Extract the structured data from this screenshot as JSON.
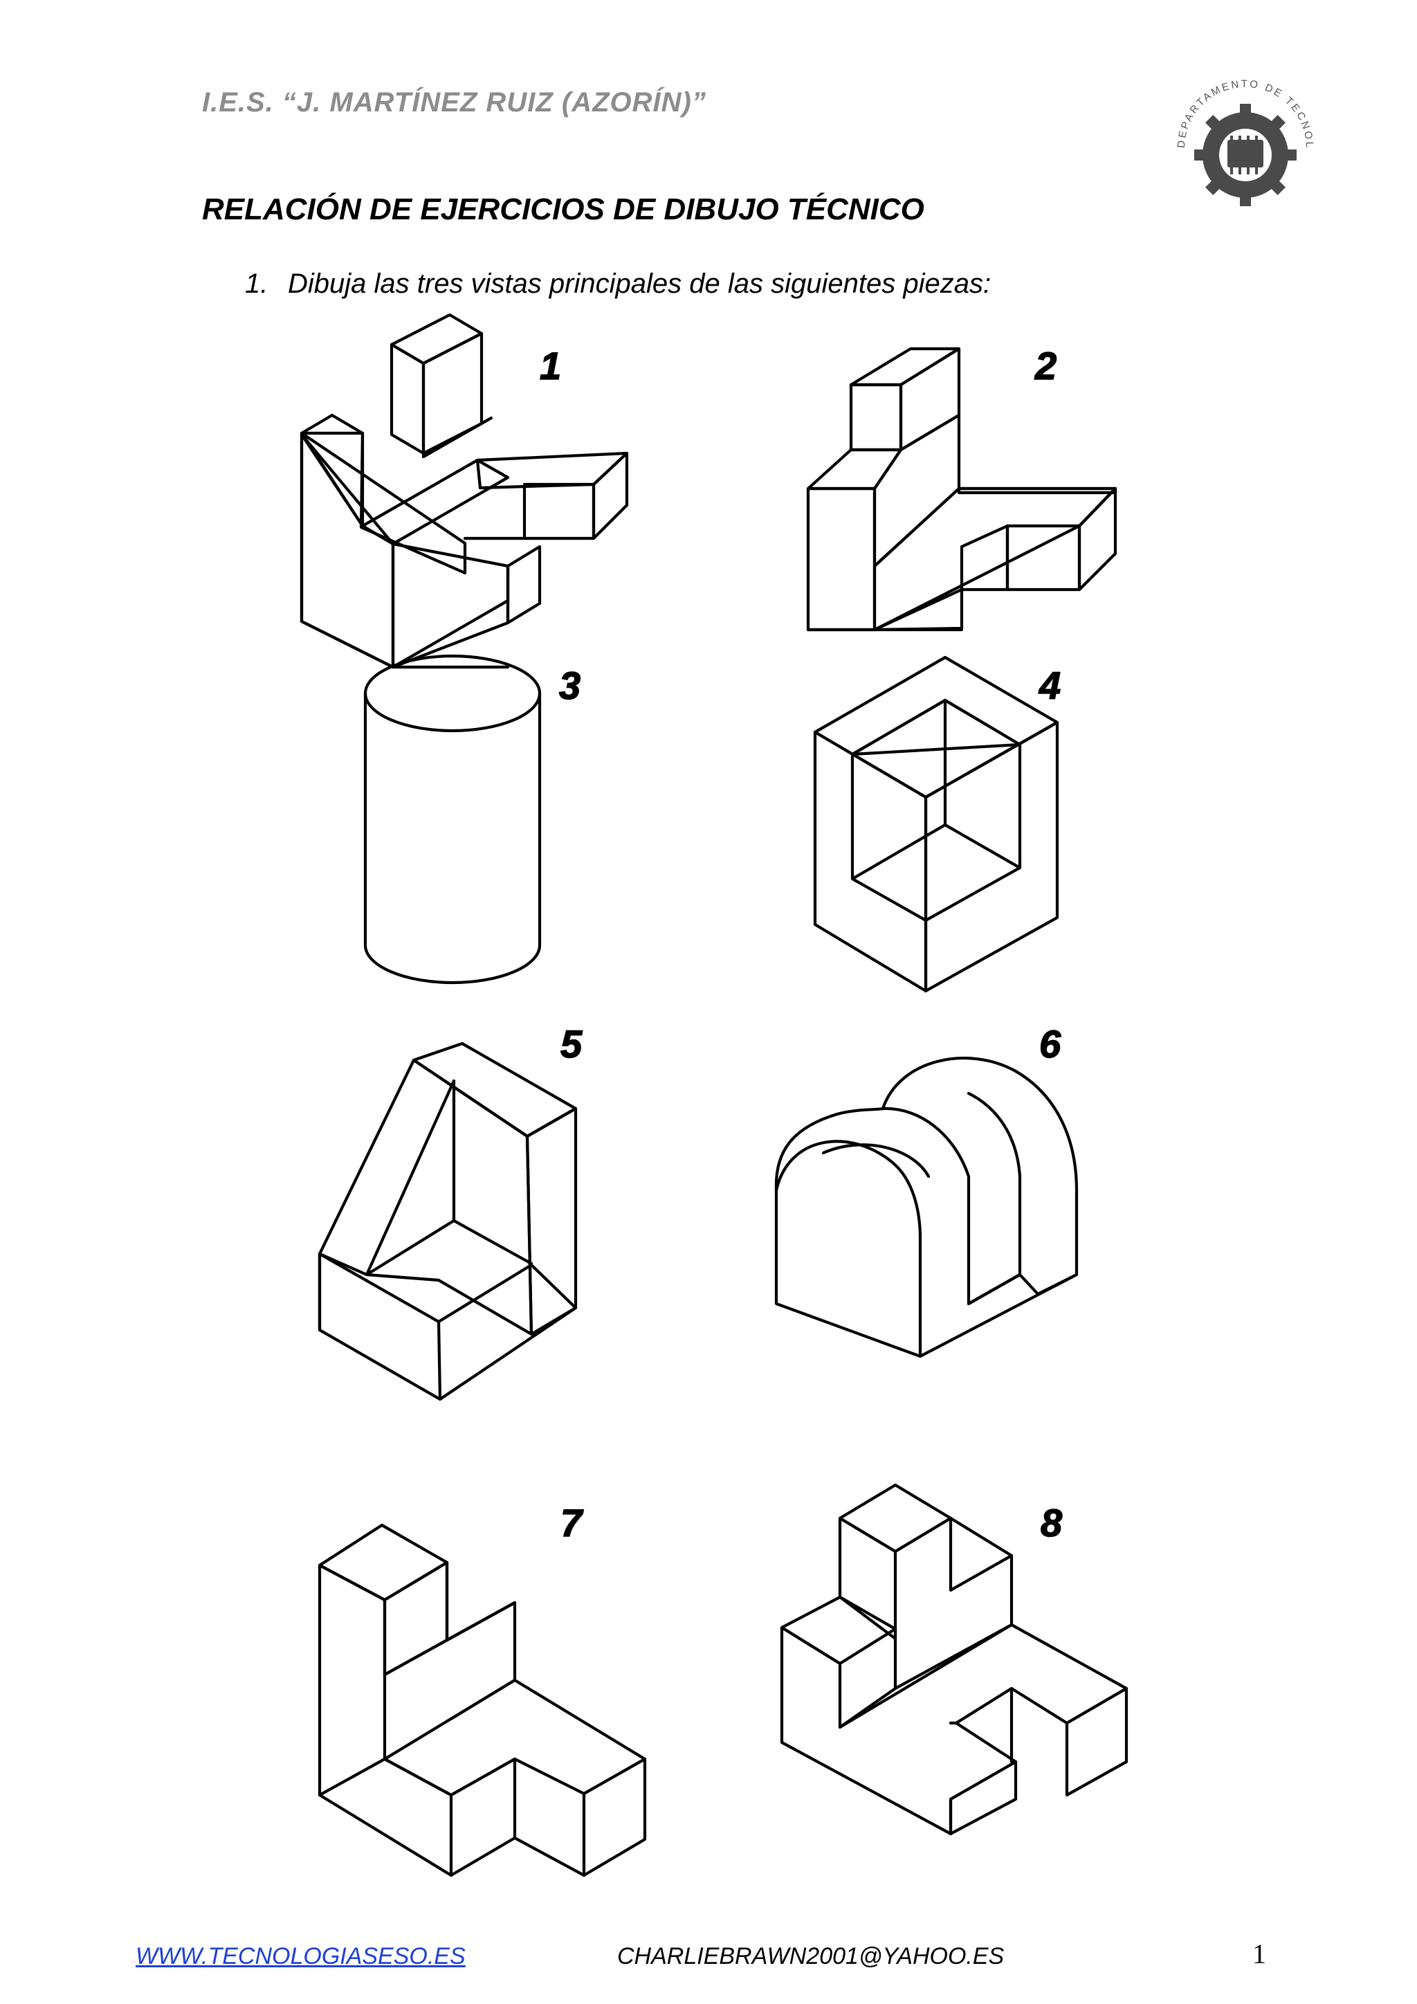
{
  "header": {
    "school": "I.E.S. “J. MARTÍNEZ RUIZ (AZORÍN)”",
    "logo_text": "DEPARTAMENTO DE TECNOLOGÍA"
  },
  "document": {
    "title": "RELACIÓN DE EJERCICIOS DE DIBUJO TÉCNICO",
    "exercise": {
      "number": "1.",
      "text": "Dibuja las tres vistas principales de las siguientes piezas:"
    }
  },
  "pieces": [
    {
      "label": "1",
      "shape": "isometric-piece"
    },
    {
      "label": "2",
      "shape": "isometric-piece"
    },
    {
      "label": "3",
      "shape": "cylinder"
    },
    {
      "label": "4",
      "shape": "cube-with-corner-cutout"
    },
    {
      "label": "5",
      "shape": "block-with-inclined-face"
    },
    {
      "label": "6",
      "shape": "arched-block-with-slot"
    },
    {
      "label": "7",
      "shape": "isometric-piece"
    },
    {
      "label": "8",
      "shape": "isometric-piece"
    }
  ],
  "footer": {
    "website": "WWW.TECNOLOGIASESO.ES",
    "email": "CHARLIEBRAWN2001@YAHOO.ES",
    "page_number": "1"
  },
  "colors": {
    "header_gray": "#8c8c8c",
    "link_blue": "#1d3fd8",
    "ink": "#000000"
  }
}
